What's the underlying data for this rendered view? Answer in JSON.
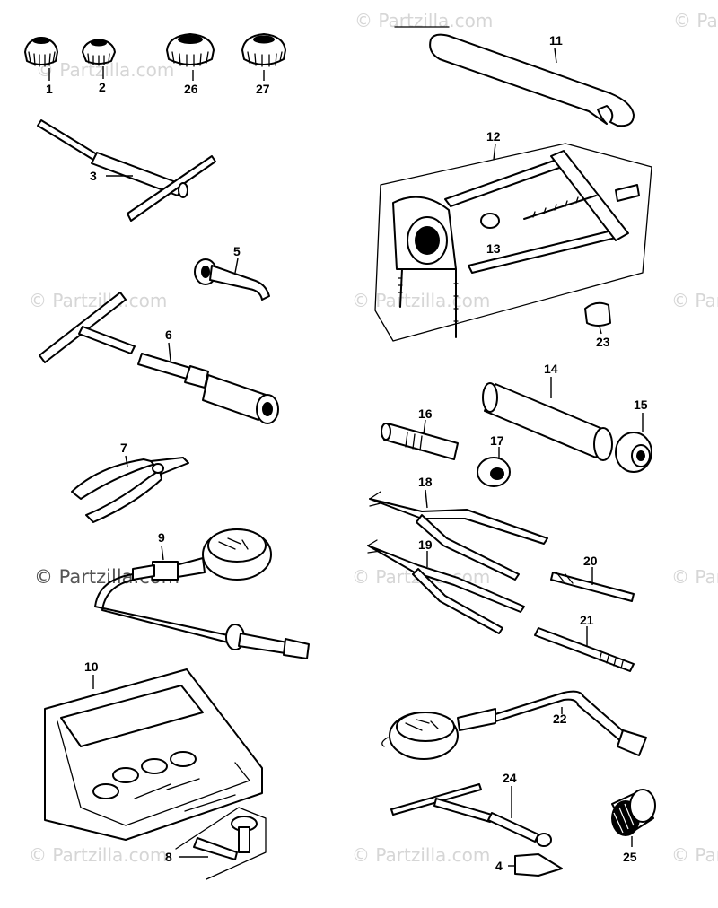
{
  "watermark": "© Partzilla.com",
  "callouts": {
    "n1": "1",
    "n2": "2",
    "n3": "3",
    "n4": "4",
    "n5": "5",
    "n6": "6",
    "n7": "7",
    "n8": "8",
    "n9": "9",
    "n10": "10",
    "n11": "11",
    "n12": "12",
    "n13": "13",
    "n14": "14",
    "n15": "15",
    "n16": "16",
    "n17": "17",
    "n18": "18",
    "n19": "19",
    "n20": "20",
    "n21": "21",
    "n22": "22",
    "n23": "23",
    "n24": "24",
    "n25": "25",
    "n26": "26",
    "n27": "27"
  }
}
